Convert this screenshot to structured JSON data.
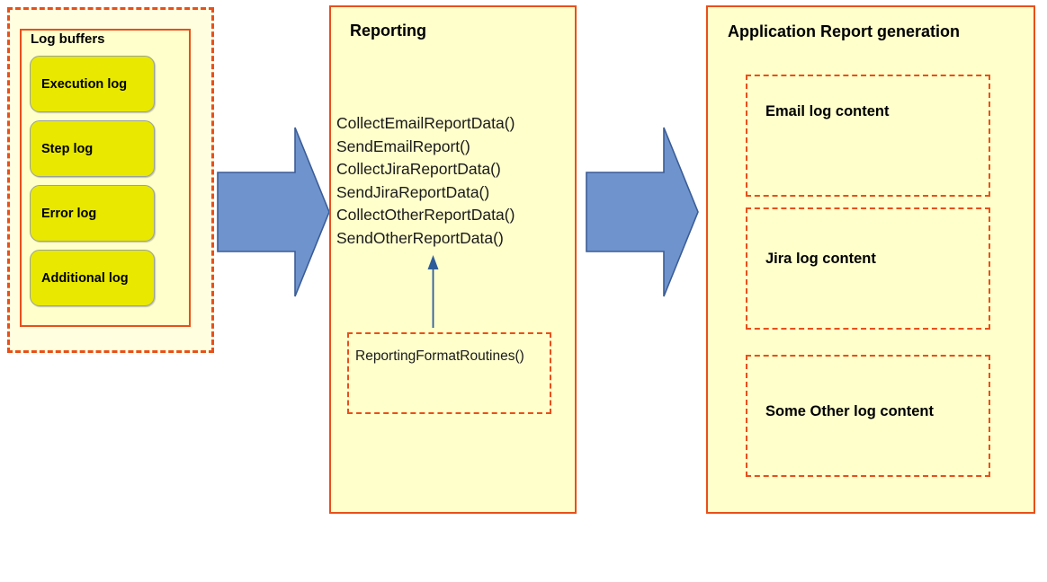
{
  "colors": {
    "panel_fill": "#ffffcc",
    "panel_border": "#e8501a",
    "chip_fill": "#e8e800",
    "arrow_fill": "#6f94cd",
    "arrow_stroke": "#3b5c96",
    "thin_arrow": "#2e5c9a",
    "text": "#000000"
  },
  "left_group": {
    "title": "Log buffers",
    "chips": [
      {
        "label": "Execution log"
      },
      {
        "label": "Step log"
      },
      {
        "label": "Error log"
      },
      {
        "label": "Additional log"
      }
    ]
  },
  "middle_panel": {
    "title": "Reporting",
    "functions": [
      "CollectEmailReportData()",
      "SendEmailReport()",
      "CollectJiraReportData()",
      "SendJiraReportData()",
      "CollectOtherReportData()",
      "SendOtherReportData()"
    ],
    "format_routines": {
      "label": "ReportingFormatRoutines()"
    }
  },
  "right_panel": {
    "title": "Application Report generation",
    "content_boxes": [
      {
        "label": "Email log content"
      },
      {
        "label": "Jira log content"
      },
      {
        "label": "Some Other log content"
      }
    ]
  },
  "flow_arrows": [
    {
      "name": "log-buffers-to-reporting"
    },
    {
      "name": "reporting-to-report-generation"
    }
  ]
}
